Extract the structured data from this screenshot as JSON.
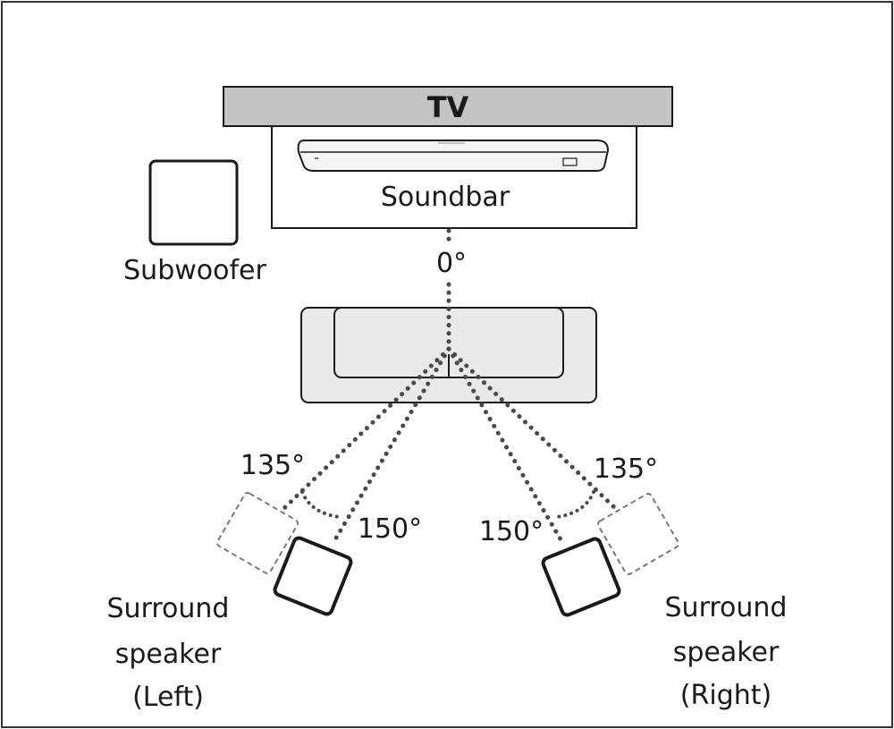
{
  "labels": {
    "tv": "TV",
    "soundbar": "Soundbar",
    "subwoofer": "Subwoofer",
    "angle_front": "0°",
    "angle_left_outer": "135°",
    "angle_left_inner": "150°",
    "angle_right_outer": "135°",
    "angle_right_inner": "150°",
    "left_line1": "Surround",
    "left_line2": "speaker",
    "left_line3": "(Left)",
    "right_line1": "Surround",
    "right_line2": "speaker",
    "right_line3": "(Right)"
  },
  "colors": {
    "tv_panel": "#c4c4c4",
    "sofa": "#e9e9e9",
    "outline": "#1a1a1a",
    "dotted_line": "#4a4a4a"
  }
}
